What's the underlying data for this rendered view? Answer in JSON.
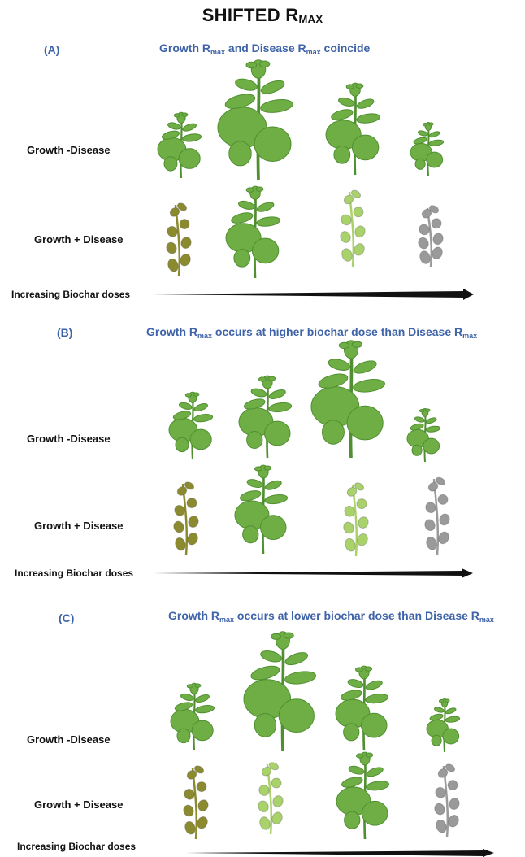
{
  "title": {
    "main": "SHIFTED R",
    "sub": "MAX"
  },
  "panels": [
    {
      "label": "(A)",
      "heading": [
        {
          "text": "Growth R",
          "sub": false
        },
        {
          "text": "max",
          "sub": true
        },
        {
          "text": " and Disease R",
          "sub": false
        },
        {
          "text": "max",
          "sub": true
        },
        {
          "text": " coincide",
          "sub": false
        }
      ],
      "row_no_disease": "Growth -Disease",
      "row_disease": "Growth + Disease",
      "arrow_label": "Increasing Biochar doses"
    },
    {
      "label": "(B)",
      "heading": [
        {
          "text": "Growth R",
          "sub": false
        },
        {
          "text": "max",
          "sub": true
        },
        {
          "text": " occurs at higher biochar dose than Disease R",
          "sub": false
        },
        {
          "text": "max",
          "sub": true
        }
      ],
      "row_no_disease": "Growth -Disease",
      "row_disease": "Growth + Disease",
      "arrow_label": "Increasing Biochar doses"
    },
    {
      "label": "(C)",
      "heading": [
        {
          "text": "Growth R",
          "sub": false
        },
        {
          "text": "max",
          "sub": true
        },
        {
          "text": " occurs at lower biochar dose than Disease R",
          "sub": false
        },
        {
          "text": "max",
          "sub": true
        }
      ],
      "row_no_disease": "Growth -Disease",
      "row_disease": "Growth + Disease",
      "arrow_label": "Increasing Biochar doses"
    }
  ],
  "plant_colors": {
    "healthy": "#6fae45",
    "healthy_dark": "#4f8f30",
    "wilted_olive": "#8c8a2e",
    "wilted_light": "#a9d36a",
    "wilted_gray": "#9a9a9a"
  }
}
